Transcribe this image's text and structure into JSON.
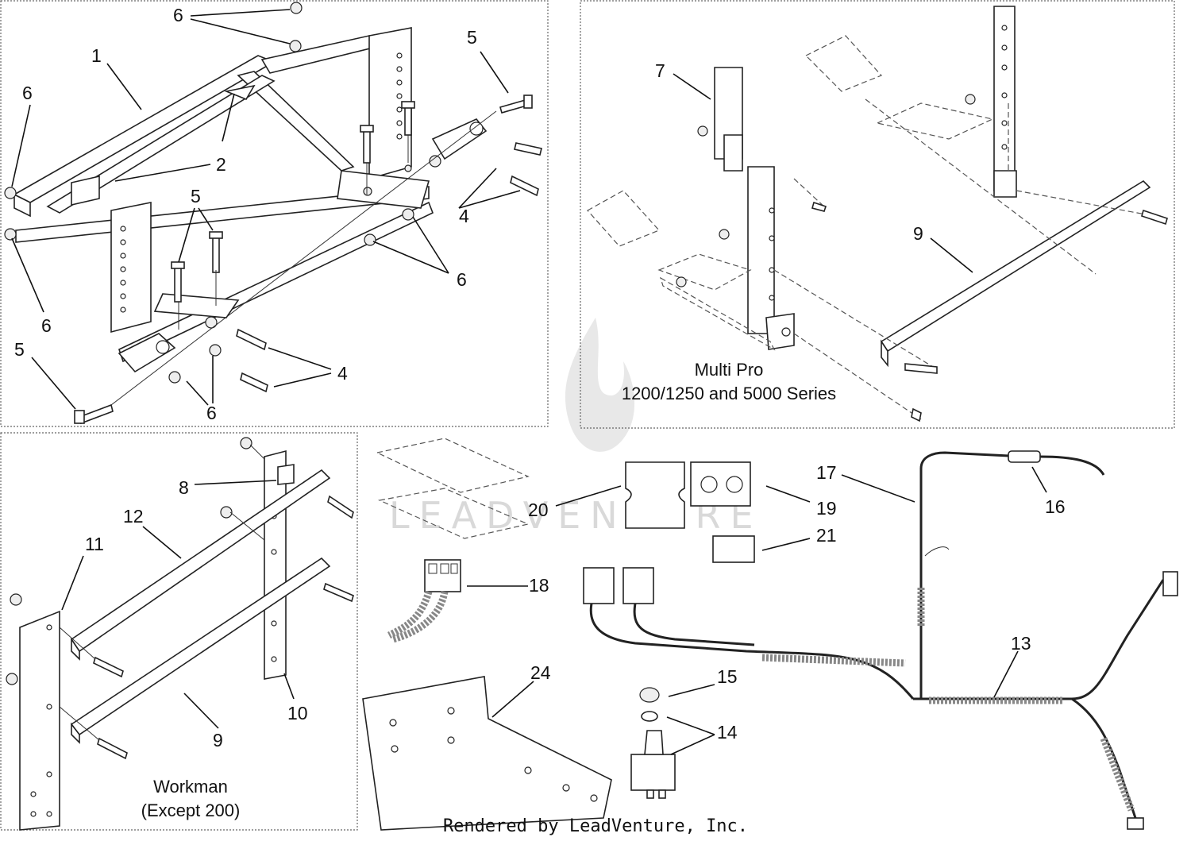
{
  "callouts": {
    "c1": "1",
    "c2": "2",
    "c4a": "4",
    "c4b": "4",
    "c5a": "5",
    "c5b": "5",
    "c5c": "5",
    "c6a": "6",
    "c6b": "6",
    "c6c": "6",
    "c6d": "6",
    "c6e": "6",
    "c7": "7",
    "c9a": "9",
    "c9b": "9",
    "c8": "8",
    "c10": "10",
    "c11": "11",
    "c12": "12",
    "c13": "13",
    "c14": "14",
    "c15": "15",
    "c16": "16",
    "c17": "17",
    "c18": "18",
    "c19": "19",
    "c20": "20",
    "c21": "21",
    "c24": "24"
  },
  "captions": {
    "multi_pro_line1": "Multi Pro",
    "multi_pro_line2": "1200/1250 and 5000 Series",
    "workman_line1": "Workman",
    "workman_line2": "(Except 200)"
  },
  "footer": {
    "rendered_by": "Rendered by LeadVenture, Inc."
  },
  "watermark": {
    "text": "LEADVENTURE"
  }
}
